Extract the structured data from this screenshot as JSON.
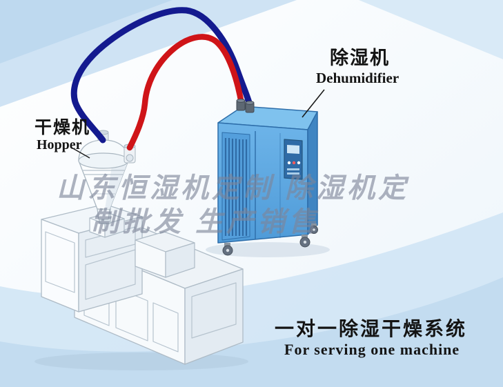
{
  "labels": {
    "dehumidifier_cn": "除湿机",
    "dehumidifier_en": "Dehumidifier",
    "hopper_cn": "干燥机",
    "hopper_en": "Hopper"
  },
  "caption": {
    "line_cn": "一对一除湿干燥系统",
    "line_en": "For serving one machine"
  },
  "watermark": {
    "line1": "山东恒湿机定制 除湿机定",
    "line2": "制批发 生产销售"
  },
  "colors": {
    "dehumidifier_body": "#5fa8e0",
    "dehumidifier_side": "#3f85c2",
    "pipe_return_blue": "#141a8f",
    "pipe_supply_red": "#cf1418",
    "background_tint": "#cfe3f4",
    "machine_white": "#f7fafc"
  }
}
